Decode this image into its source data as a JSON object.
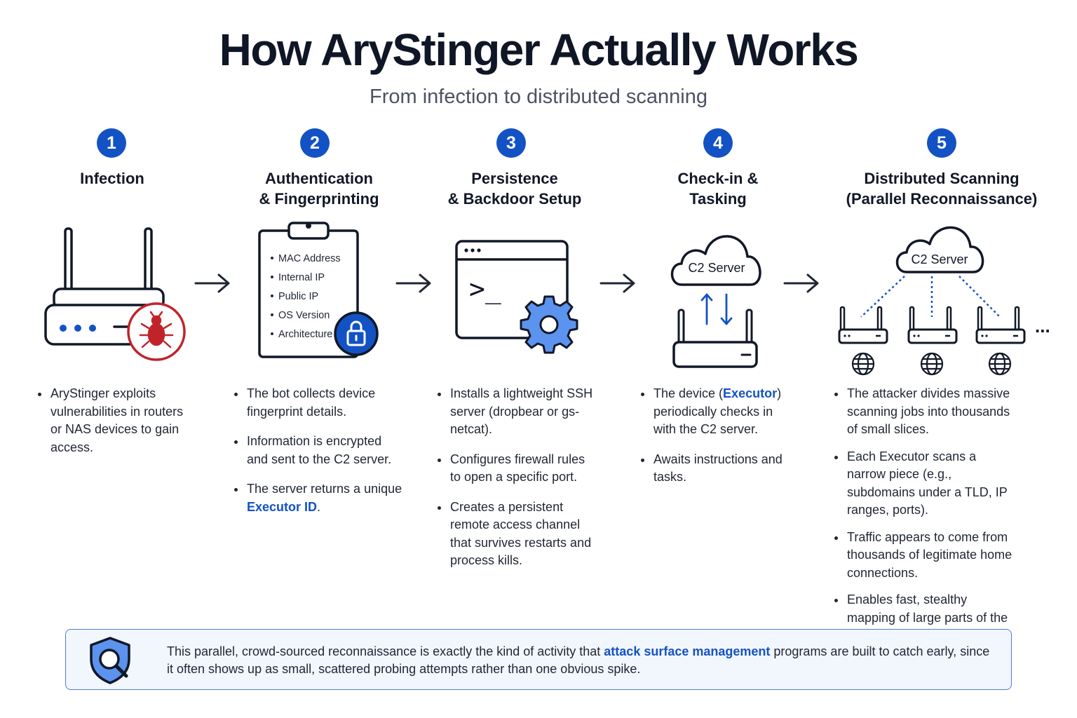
{
  "header": {
    "title": "How AryStinger Actually Works",
    "subtitle": "From infection to distributed scanning"
  },
  "steps": [
    {
      "number": "1",
      "title_lines": [
        "Infection"
      ],
      "icon": "router-with-bug-icon",
      "bullets": [
        [
          "AryStinger exploits vulnerabilities in routers or NAS devices to gain access."
        ]
      ]
    },
    {
      "number": "2",
      "title_lines": [
        "Authentication",
        "& Fingerprinting"
      ],
      "icon": "clipboard-lock-icon",
      "card_items": [
        "MAC Address",
        "Internal IP",
        "Public IP",
        "OS Version",
        "Architecture"
      ],
      "bullets": [
        [
          "The bot collects device fingerprint details."
        ],
        [
          "Information is encrypted and sent to the C2 server."
        ],
        [
          "The server returns a unique ",
          "Executor ID",
          "."
        ]
      ]
    },
    {
      "number": "3",
      "title_lines": [
        "Persistence",
        "& Backdoor Setup"
      ],
      "icon": "terminal-gear-icon",
      "terminal_prompt": ">_",
      "bullets": [
        [
          "Installs a lightweight SSH server (dropbear or gs-netcat)."
        ],
        [
          "Configures firewall rules to open a specific port."
        ],
        [
          "Creates a persistent remote access channel that survives restarts and process kills."
        ]
      ]
    },
    {
      "number": "4",
      "title_lines": [
        "Check-in &",
        "Tasking"
      ],
      "icon": "cloud-router-icon",
      "cloud_label": "C2 Server",
      "bullets": [
        [
          "The device (",
          "Executor",
          ") periodically checks in with the C2 server."
        ],
        [
          "Awaits instructions and tasks."
        ]
      ]
    },
    {
      "number": "5",
      "title_lines": [
        "Distributed Scanning",
        "(Parallel Reconnaissance)"
      ],
      "icon": "cloud-routers-globe-icon",
      "cloud_label": "C2 Server",
      "more_label": "...",
      "bullets": [
        [
          "The attacker divides massive scanning jobs into thousands of small slices."
        ],
        [
          "Each Executor scans a narrow piece (e.g., subdomains under a TLD, IP ranges, ports)."
        ],
        [
          "Traffic appears to come from thousands of legitimate home connections."
        ],
        [
          "Enables fast, stealthy mapping of large parts of the internet."
        ]
      ]
    }
  ],
  "banner": {
    "icon": "shield-search-icon",
    "text_before": "This parallel, crowd-sourced reconnaissance is exactly the kind of activity that ",
    "highlight": "attack surface management",
    "text_after": " programs are built to catch early, since it often shows up as small, scattered probing attempts rather than one obvious spike."
  },
  "colors": {
    "accent": "#1352c4",
    "gear_fill": "#5b93ef",
    "bug_red": "#c0242a",
    "dark": "#111827"
  }
}
